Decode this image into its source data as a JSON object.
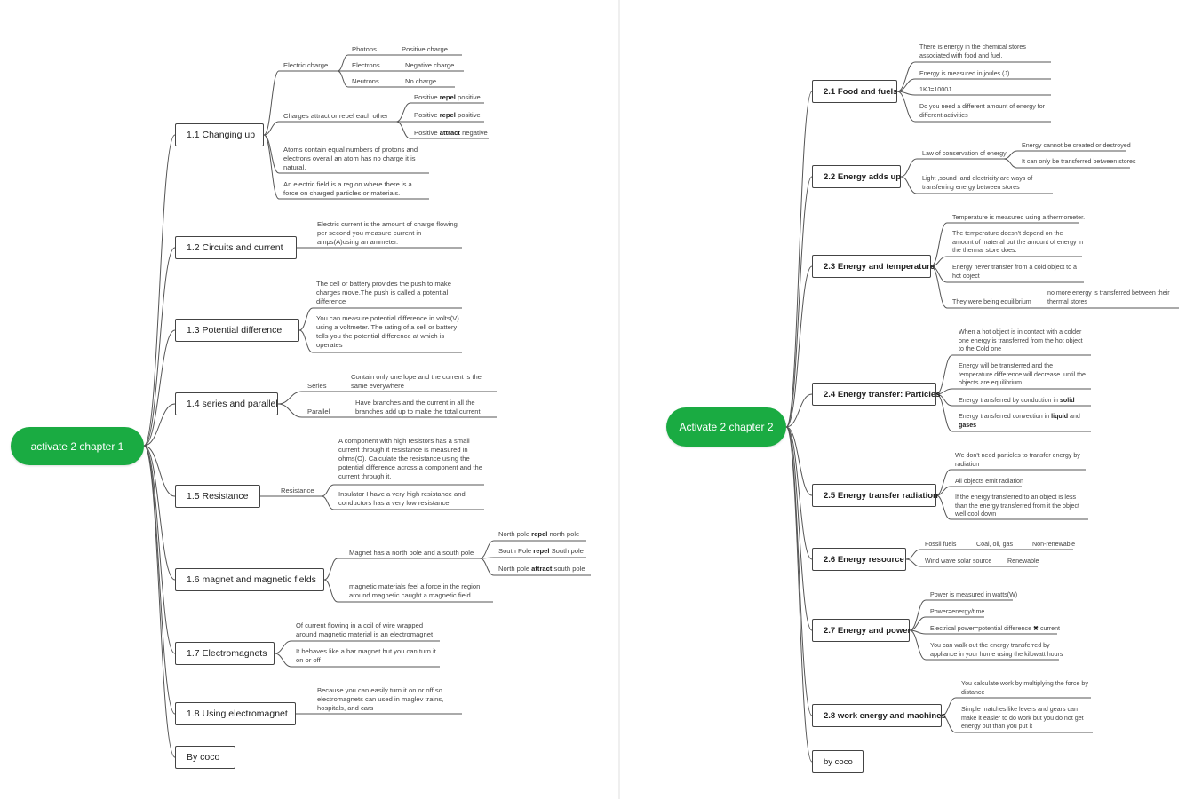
{
  "chapter1": {
    "root": "activate 2 chapter 1",
    "branches": [
      "1.1 Changing up",
      "1.2 Circuits and current",
      "1.3 Potential difference",
      "1.4 series and parallel",
      "1.5 Resistance",
      "1.6 magnet and magnetic fields",
      "1.7 Electromagnets",
      "1.8 Using electromagnet",
      "By coco"
    ],
    "leaves": {
      "electric_charge": "Electric charge",
      "photons": "Photons",
      "positive_charge": "Positive charge",
      "electrons": "Electrons",
      "negative_charge": "Negative charge",
      "neutrons": "Neutrons",
      "no_charge": "No charge",
      "charges_attract": "Charges attract or repel each other",
      "pos": "Positive",
      "repel": "repel",
      "attract": "attract",
      "positive_lc": "positive",
      "negative_lc": "negative",
      "atoms_equal": "Atoms contain equal numbers of protons and electrons overall an atom has no charge it is natural.",
      "electric_field": "An electric field is a region where there is a force on charged particles or materials.",
      "electric_current": "Electric current is the amount of charge flowing per second you measure current in amps(A)using an ammeter.",
      "cell_battery": "The cell or battery provides the push to make charges move.The push is called a potential difference",
      "measure_pd": "You can measure potential difference in volts(V) using a voltmeter. The rating of a cell or battery tells you the potential difference at which is operates",
      "series": "Series",
      "series_desc": "Contain only one lope and the current is the same everywhere",
      "parallel": "Parallel",
      "parallel_desc": "Have branches and the current in all the branches add up to make the total current",
      "resistance": "Resistance",
      "high_resistors": "A component with high resistors has a small current through it resistance is measured in ohms(O). Calculate the resistance using the potential difference across a component and the current through it.",
      "insulator": "Insulator I have a very high resistance and conductors has a very low resistance",
      "magnet_poles": "Magnet has a north pole and a south pole",
      "north_pole": "North pole",
      "north_pole_lc": "north pole",
      "south_pole_cap": "South Pole",
      "south_pole_cap2": "South pole",
      "south_pole_lc": "south pole",
      "magnetic_materials": "magnetic materials feel a force in the region around magnetic caught a magnetic field.",
      "coil_wire": "Of current flowing in a coil of wire wrapped around magnetic material is an electromagnet",
      "bar_magnet": "It behaves like a bar magnet but you can turn it on or off",
      "maglev": "Because you can easily turn it on or off so electromagnets can used in maglev trains, hospitals, and cars"
    }
  },
  "chapter2": {
    "root": "Activate 2 chapter 2",
    "branches": [
      "2.1 Food and fuels",
      "2.2 Energy adds up",
      "2.3 Energy and temperature",
      "2.4 Energy transfer: Particles",
      "2.5 Energy transfer radiation",
      "2.6 Energy resource",
      "2.7 Energy and power",
      "2.8 work energy and machines",
      "by coco"
    ],
    "leaves": {
      "chem_stores": "There is energy in the chemical stores associated with food and fuel.",
      "joules": "Energy is measured in joules (J)",
      "kj": "1KJ=1000J",
      "different_amount": "Do you need a different amount of energy for different activities",
      "conservation": "Law of conservation of energy",
      "cannot_created": "Energy cannot be created or destroyed",
      "only_transferred": "It can only be transferred between stores",
      "light_sound": "Light ,sound ,and electricity are ways of transferring energy between stores",
      "thermometer": "Temperature is measured using a thermometer.",
      "temp_not_depend": "The temperature doesn't depend on the amount of material but the amount of energy in the thermal store does.",
      "never_transfer": "Energy never transfer from a cold object to a hot object",
      "equilibrium": "They were being equilibrium",
      "no_more_energy": "no more energy is transferred between their thermal stores",
      "hot_contact": "When a hot object is in contact with a colder one energy is transferred from the hot object to the Cold one",
      "temp_diff": "Energy will be transferred and the temperature difference will decrease ,until the objects are equilibrium.",
      "conduction": "Energy transferred by conduction in",
      "solid": "solid",
      "convection": "Energy transferred convection in",
      "liquid": "liquid",
      "and_word": "and",
      "gases": "gases",
      "no_particles": "We don't need particles to transfer energy by radiation",
      "all_emit": "All objects emit radiation",
      "less_than": "If the energy transferred to an object is less than the energy transferred from it the object well cool down",
      "fossil_fuels": "Fossil fuels",
      "coal_oil_gas": "Coal, oil, gas",
      "non_renewable": "Non-renewable",
      "wind_wave": "Wind wave solar source",
      "renewable": "Renewable",
      "watts": "Power is measured in watts(W)",
      "power_eq": "Power=energy/time",
      "elec_power": "Electrical power=potential difference",
      "times": "✖",
      "current_word": "current",
      "kilowatt": "You can walk out the energy transferred by appliance in your home using the kilowatt hours",
      "work_calc": "You calculate work by multiplying the force by distance",
      "simple_machines": "Simple matches like levers and gears can make it easier to do work but you do not get energy out than you put it"
    }
  }
}
